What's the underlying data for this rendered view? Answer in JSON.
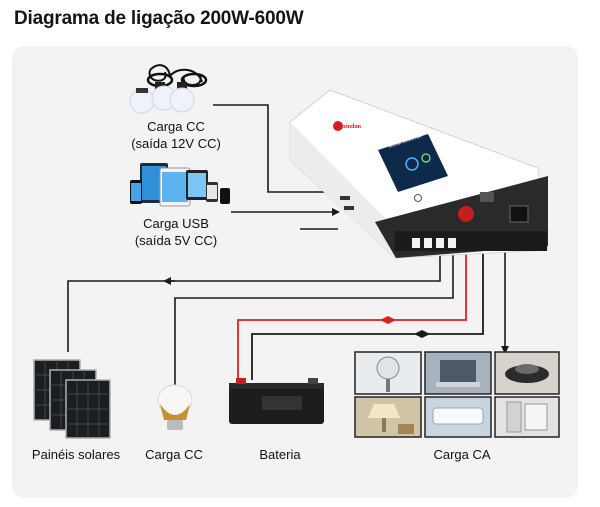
{
  "title": "Diagrama de ligação 200W-600W",
  "device": {
    "brand": "xindun",
    "screen_label": "SOLAR INVERTER"
  },
  "loads": {
    "dc_load_top": {
      "line1": "Carga CC",
      "line2": "(saída 12V CC)"
    },
    "usb_load": {
      "line1": "Carga USB",
      "line2": "(saída 5V CC)"
    },
    "solar_panels": "Painéis solares",
    "dc_load_bottom": "Carga CC",
    "battery": "Bateria",
    "ac_load": "Carga CA"
  },
  "colors": {
    "wire_black": "#1a1a1a",
    "wire_red": "#e02020",
    "panel_bg": "#f3f3f3",
    "screen": "#0e2a4a"
  },
  "icons": [
    "bulb-icon",
    "tablet-icon",
    "solar-panel-icon",
    "led-bulb-icon",
    "battery-icon",
    "fan-icon",
    "laptop-icon",
    "induction-cooker-icon",
    "lamp-icon",
    "air-conditioner-icon",
    "fridge-icon",
    "inverter-icon"
  ]
}
